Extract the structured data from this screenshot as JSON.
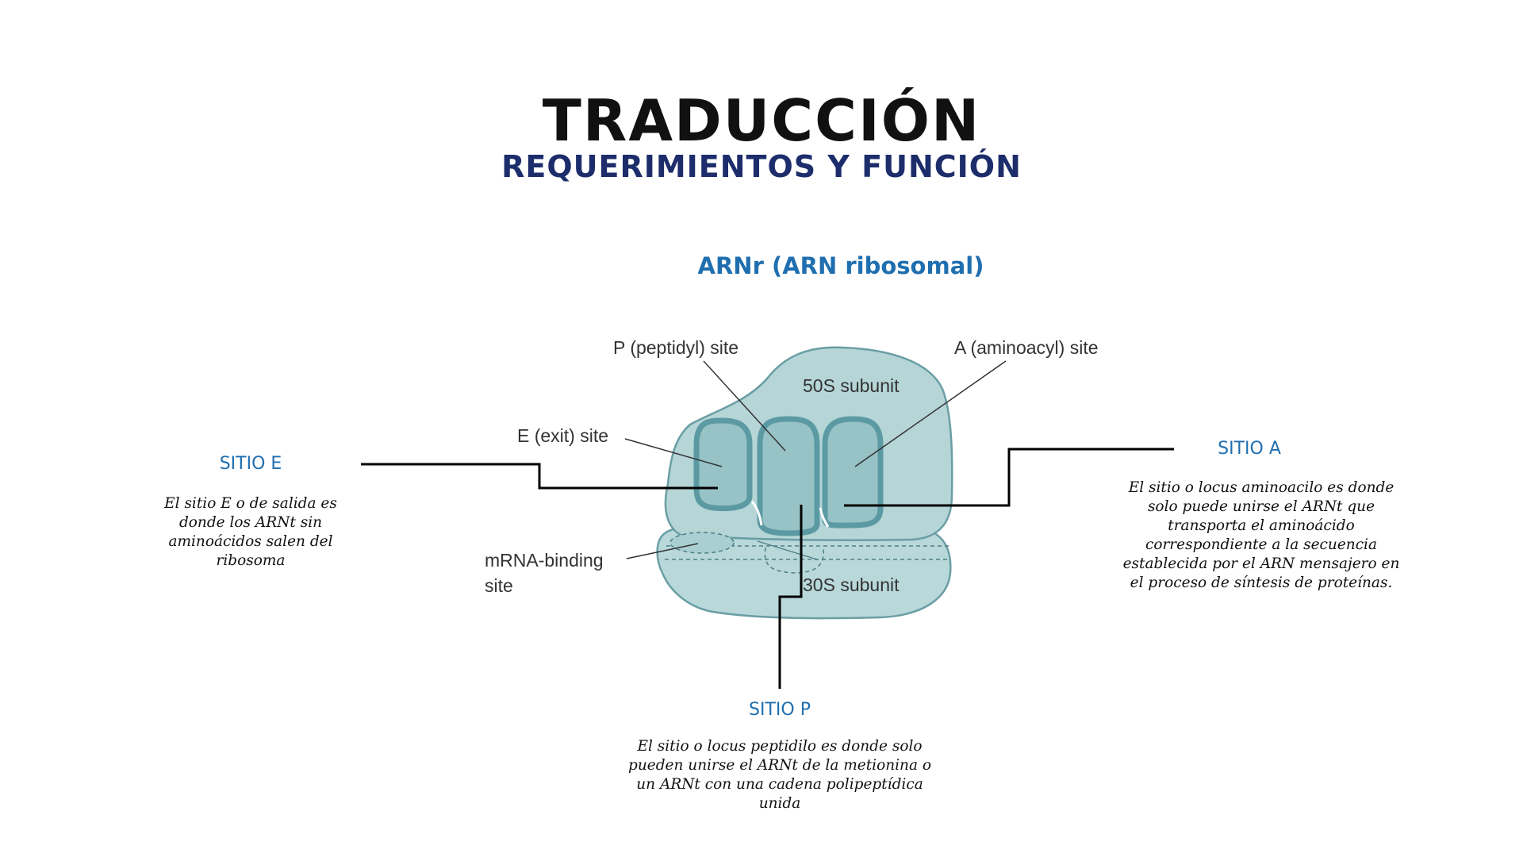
{
  "title": "TRADUCCIÓN",
  "subtitle": "REQUERIMIENTOS Y FUNCIÓN",
  "section_label": "ARNr (ARN ribosomal)",
  "figure": {
    "labels": {
      "p_site": "P (peptidyl) site",
      "a_site": "A (aminoacyl) site",
      "subunit_50s": "50S subunit",
      "e_site": "E (exit) site",
      "mrna_binding_line1": "mRNA-binding",
      "mrna_binding_line2": "site",
      "subunit_30s": "30S subunit"
    },
    "colors": {
      "large_subunit": "#b5d5d7",
      "small_subunit": "#b8d8da",
      "outline": "#6a9ea4",
      "site_tunnel": "#5c9aa3",
      "site_fill": "#97c2c6"
    }
  },
  "sitio_e": {
    "heading": "SITIO E",
    "description": [
      "El sitio E o de salida es",
      "donde los ARNt sin",
      "aminoácidos salen del",
      "ribosoma"
    ]
  },
  "sitio_a": {
    "heading": "SITIO A",
    "description": [
      "El sitio o locus aminoacilo es donde",
      "solo puede unirse el ARNt que",
      "transporta el aminoácido",
      "correspondiente a la secuencia",
      "establecida por el ARN mensajero en",
      "el proceso de síntesis de proteínas."
    ]
  },
  "sitio_p": {
    "heading": "SITIO P",
    "description": [
      "El sitio o locus peptidilo es donde solo",
      "pueden unirse el ARNt de la metionina o",
      "un ARNt con una cadena polipeptídica",
      "unida"
    ]
  }
}
